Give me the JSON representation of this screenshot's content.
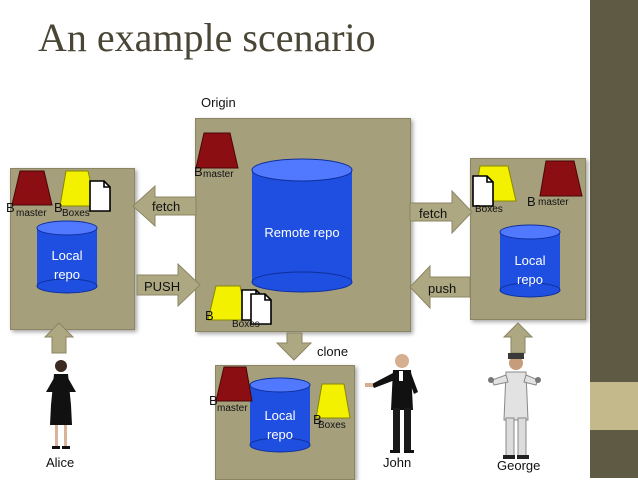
{
  "slide": {
    "title": "An example scenario"
  },
  "labels": {
    "origin": "Origin",
    "remote_repo": "Remote repo",
    "local_repo_line1": "Local",
    "local_repo_line2": "repo",
    "fetch": "fetch",
    "push_upper": "PUSH",
    "push_lower": "push",
    "clone": "clone",
    "b": "B",
    "master": "master",
    "boxes": "Boxes"
  },
  "people": [
    "Alice",
    "John",
    "George"
  ],
  "colors": {
    "panel": "#a59f7c",
    "arrow": "#ada882",
    "repo": "#1e4fe0",
    "master_branch": "#8b0f12",
    "boxes_branch": "#f3f000",
    "sidebar": "#5e5a44"
  }
}
